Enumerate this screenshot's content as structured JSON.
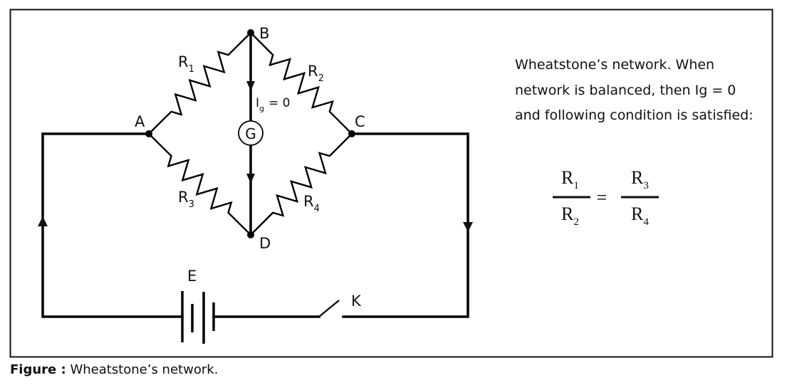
{
  "diagram": {
    "type": "circuit",
    "title": "Wheatstone's network",
    "nodes": [
      {
        "id": "A",
        "label": "A"
      },
      {
        "id": "B",
        "label": "B"
      },
      {
        "id": "C",
        "label": "C"
      },
      {
        "id": "D",
        "label": "D"
      }
    ],
    "resistors": [
      {
        "id": "R1",
        "label": "R",
        "sub": "1",
        "from": "A",
        "to": "B"
      },
      {
        "id": "R2",
        "label": "R",
        "sub": "2",
        "from": "B",
        "to": "C"
      },
      {
        "id": "R3",
        "label": "R",
        "sub": "3",
        "from": "A",
        "to": "D"
      },
      {
        "id": "R4",
        "label": "R",
        "sub": "4",
        "from": "D",
        "to": "C"
      }
    ],
    "galvanometer": {
      "label": "G",
      "from": "B",
      "to": "D",
      "current_label": "I",
      "current_sub": "g",
      "current_value": "= 0"
    },
    "battery": {
      "label": "E"
    },
    "switch": {
      "label": "K",
      "state": "open"
    }
  },
  "description": "Wheatstone’s network. When network is balanced, then Ig = 0 and following condition is satisfied:",
  "formula": {
    "lhs": {
      "num": "R",
      "num_sub": "1",
      "den": "R",
      "den_sub": "2"
    },
    "operator": "=",
    "rhs": {
      "num": "R",
      "num_sub": "3",
      "den": "R",
      "den_sub": "4"
    }
  },
  "caption": {
    "prefix": "Figure :",
    "text": " Wheatstone’s network."
  }
}
